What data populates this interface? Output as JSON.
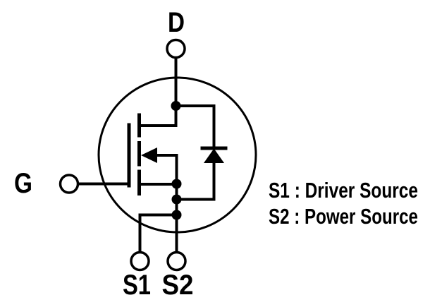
{
  "figure": {
    "type": "mosfet-schematic",
    "background_color": "#ffffff",
    "line_color": "#000000",
    "terminals": {
      "drain": {
        "label": "D"
      },
      "gate": {
        "label": "G"
      },
      "source1": {
        "label": "S1"
      },
      "source2": {
        "label": "S2"
      }
    },
    "legend": {
      "line1": "S1 : Driver Source",
      "line2": "S2 : Power Source"
    },
    "icons": {
      "transistor_envelope": "circle-outline",
      "mosfet": "n-channel-mosfet-symbol",
      "body_diode": "diode-up-triangle",
      "terminal_pin": "open-circle",
      "junction": "filled-dot"
    }
  }
}
